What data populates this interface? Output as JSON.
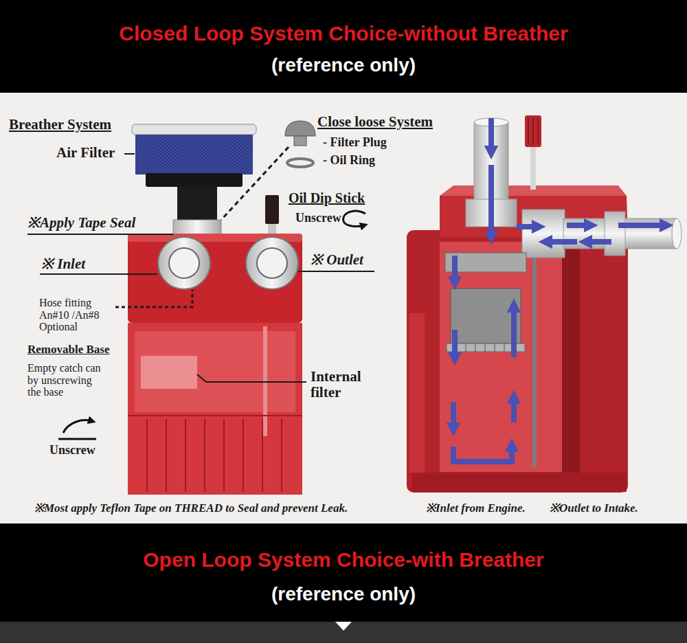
{
  "diagram": {
    "nodes": [
      {
        "text": [
          "Closed Loop System Choice-without Breather",
          "(reference only)"
        ]
      },
      {
        "text": [
          "Open Loop System Choice-with Breather",
          "(reference only)"
        ]
      }
    ],
    "labels": [
      "Breather System",
      "Air Filter",
      "Close loose System",
      "- Filter Plug",
      "- Oil Ring",
      "Oil Dip Stick",
      "Unscrew",
      "※Apply Tape Seal",
      "※ Inlet",
      "※ Outlet",
      "Hose fitting An#10 /An#8 Optional",
      "Removable Base",
      "Empty catch can by unscrewing the base",
      "Internal filter",
      "Unscrew",
      "※Most apply Teflon Tape on THREAD to Seal and prevent Leak.",
      "※Inlet from Engine.",
      "※Outlet to Intake."
    ]
  }
}
